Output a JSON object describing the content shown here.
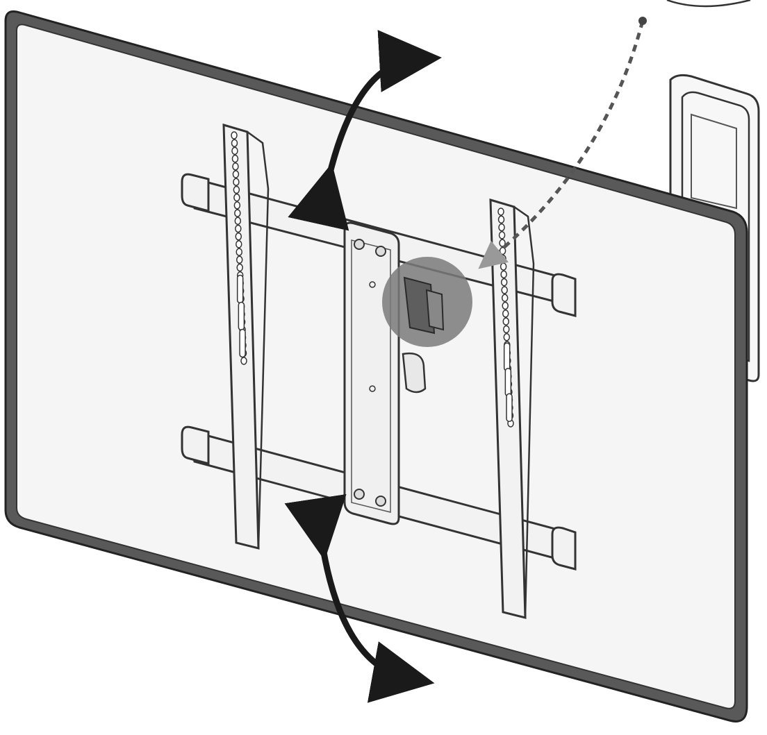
{
  "illustration": {
    "kind": "tv-wall-mount-tilt-diagram",
    "components": [
      "tv-panel",
      "vertical-bracket-left",
      "vertical-bracket-right",
      "horizontal-rail-top",
      "horizontal-rail-bottom",
      "center-plate",
      "swing-arm",
      "wall-plate",
      "highlight-circle",
      "callout-leader-line",
      "tilt-arrow-top",
      "tilt-arrow-bottom"
    ],
    "colors": {
      "background": "#ffffff",
      "tv_frame": "#555555",
      "tv_screen": "#f5f5f5",
      "line": "#333333",
      "bracket_fill": "#f2f2f2",
      "highlight": "#7a7a7a",
      "arrow": "#1a1a1a"
    }
  }
}
